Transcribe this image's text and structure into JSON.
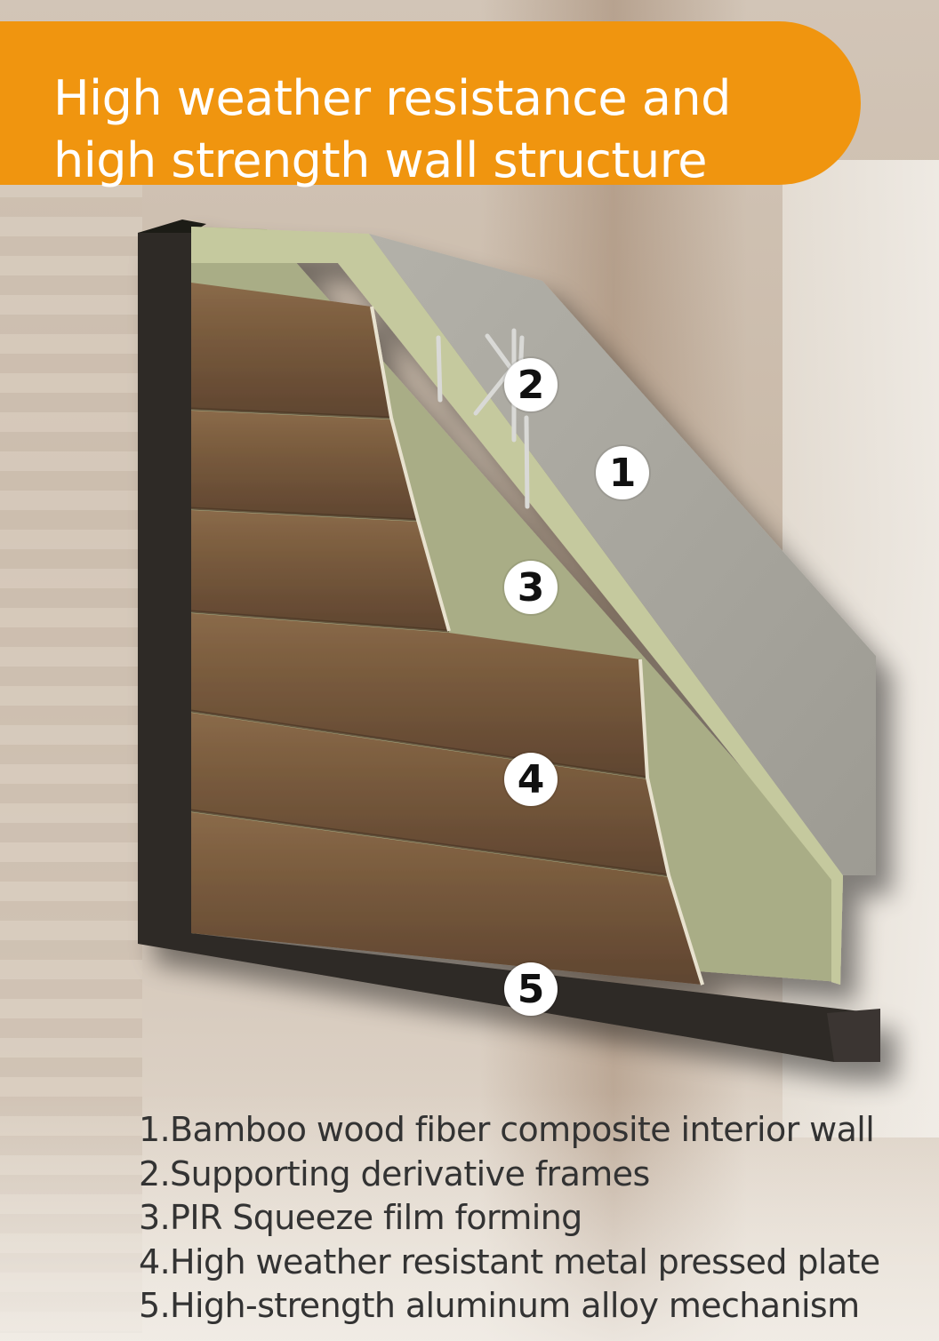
{
  "title": "High weather resistance and high strength wall structure",
  "title_lines": [
    "High weather resistance and",
    "high strength wall structure"
  ],
  "colors": {
    "banner": "#f0950f",
    "interior_wall": "#a9a79f",
    "insulation": "#a9ad86",
    "metal_plate": "#7a5c3e",
    "aluminum_frame": "#2e2a26",
    "marker_fill": "#ffffff"
  },
  "markers": [
    "1",
    "2",
    "3",
    "4",
    "5"
  ],
  "legend": [
    "1.Bamboo wood fiber composite interior wall",
    "2.Supporting derivative frames",
    "3.PIR Squeeze film forming",
    "4.High weather resistant metal pressed plate",
    "5.High-strength aluminum alloy mechanism"
  ]
}
